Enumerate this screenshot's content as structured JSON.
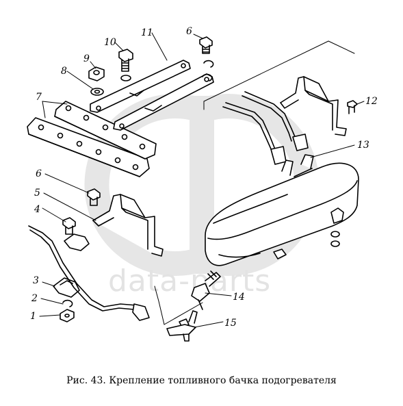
{
  "watermark": {
    "text": "data-parts"
  },
  "labels": {
    "n1": "1",
    "n2": "2",
    "n3": "3",
    "n4": "4",
    "n5": "5",
    "n6a": "6",
    "n6b": "6",
    "n7": "7",
    "n8": "8",
    "n9": "9",
    "n10": "10",
    "n11": "11",
    "n12": "12",
    "n13": "13",
    "n14": "14",
    "n15": "15"
  },
  "caption": "Рис. 43. Крепление топливного бачка подогревателя"
}
